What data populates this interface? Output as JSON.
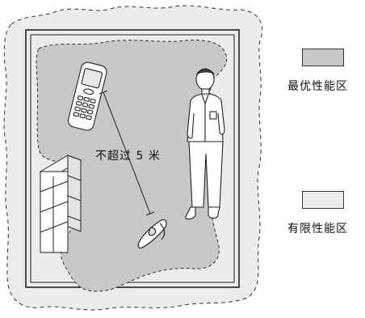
{
  "legend": {
    "optimal": {
      "label": "最优性能区",
      "color": "#c8c8c8"
    },
    "limited": {
      "label": "有限性能区",
      "color": "#ececec"
    }
  },
  "annotation": {
    "distance_label": "不超过 5 米"
  },
  "colors": {
    "outline": "#222222",
    "dashed": "#333333",
    "furniture_fill": "#ffffff"
  },
  "icons": [
    "mobile-phone-icon",
    "bluetooth-headset-icon",
    "person-icon",
    "bookshelf-icon"
  ]
}
